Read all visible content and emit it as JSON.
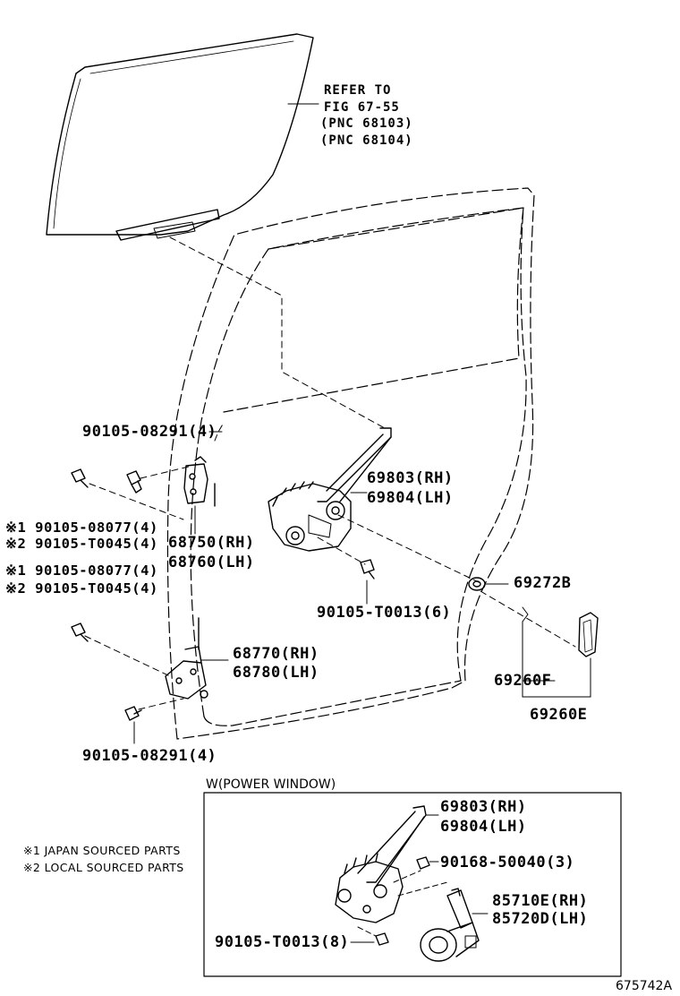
{
  "glass_refer": {
    "line1": "REFER TO",
    "line2": "FIG 67-55",
    "line3": "(PNC 68103)",
    "line4": "(PNC 68104)"
  },
  "parts": {
    "bolt_upper": "90105-08291(4)",
    "regulator_rh": "69803(RH)",
    "regulator_lh": "69804(LH)",
    "screw_upper_jp": "※1 90105-08077(4)",
    "screw_upper_local": "※2 90105-T0045(4)",
    "hinge_upper_rh": "68750(RH)",
    "hinge_upper_lh": "68760(LH)",
    "screw_lower_jp": "※1 90105-08077(4)",
    "screw_lower_local": "※2 90105-T0045(4)",
    "regulator_bolt": "90105-T0013(6)",
    "washer": "69272B",
    "handle": "69260F",
    "handle_assy": "69260E",
    "hinge_lower_rh": "68770(RH)",
    "hinge_lower_lh": "68780(LH)",
    "bolt_lower": "90105-08291(4)"
  },
  "power_window": {
    "title": "W(POWER WINDOW)",
    "regulator_rh": "69803(RH)",
    "regulator_lh": "69804(LH)",
    "screw": "90168-50040(3)",
    "motor_rh": "85710E(RH)",
    "motor_lh": "85720D(LH)",
    "bolt": "90105-T0013(8)"
  },
  "notes": {
    "note1": "※1 JAPAN SOURCED PARTS",
    "note2": "※2 LOCAL SOURCED PARTS"
  },
  "figure_id": "675742A"
}
